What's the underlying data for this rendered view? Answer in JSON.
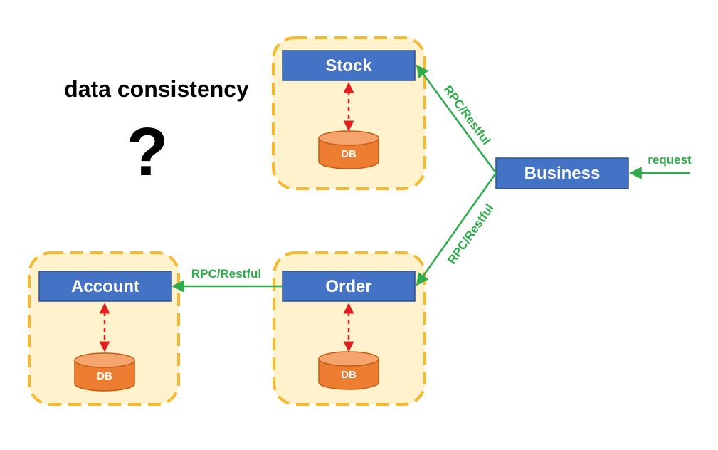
{
  "headline": "data consistency",
  "question_mark": "?",
  "services": {
    "stock": {
      "label": "Stock",
      "db_label": "DB"
    },
    "order": {
      "label": "Order",
      "db_label": "DB"
    },
    "account": {
      "label": "Account",
      "db_label": "DB"
    },
    "business": {
      "label": "Business"
    }
  },
  "edges": {
    "business_to_stock": "RPC/Restful",
    "business_to_order": "RPC/Restful",
    "order_to_account": "RPC/Restful",
    "request": "request"
  },
  "colors": {
    "service_fill": "#4472c4",
    "service_stroke": "#2f528f",
    "group_fill": "#fff2cc",
    "group_stroke": "#f5b82e",
    "db_fill": "#ed7d31",
    "db_stroke": "#c55a11",
    "link_green": "#2eab4a",
    "db_link_red": "#e02020"
  }
}
